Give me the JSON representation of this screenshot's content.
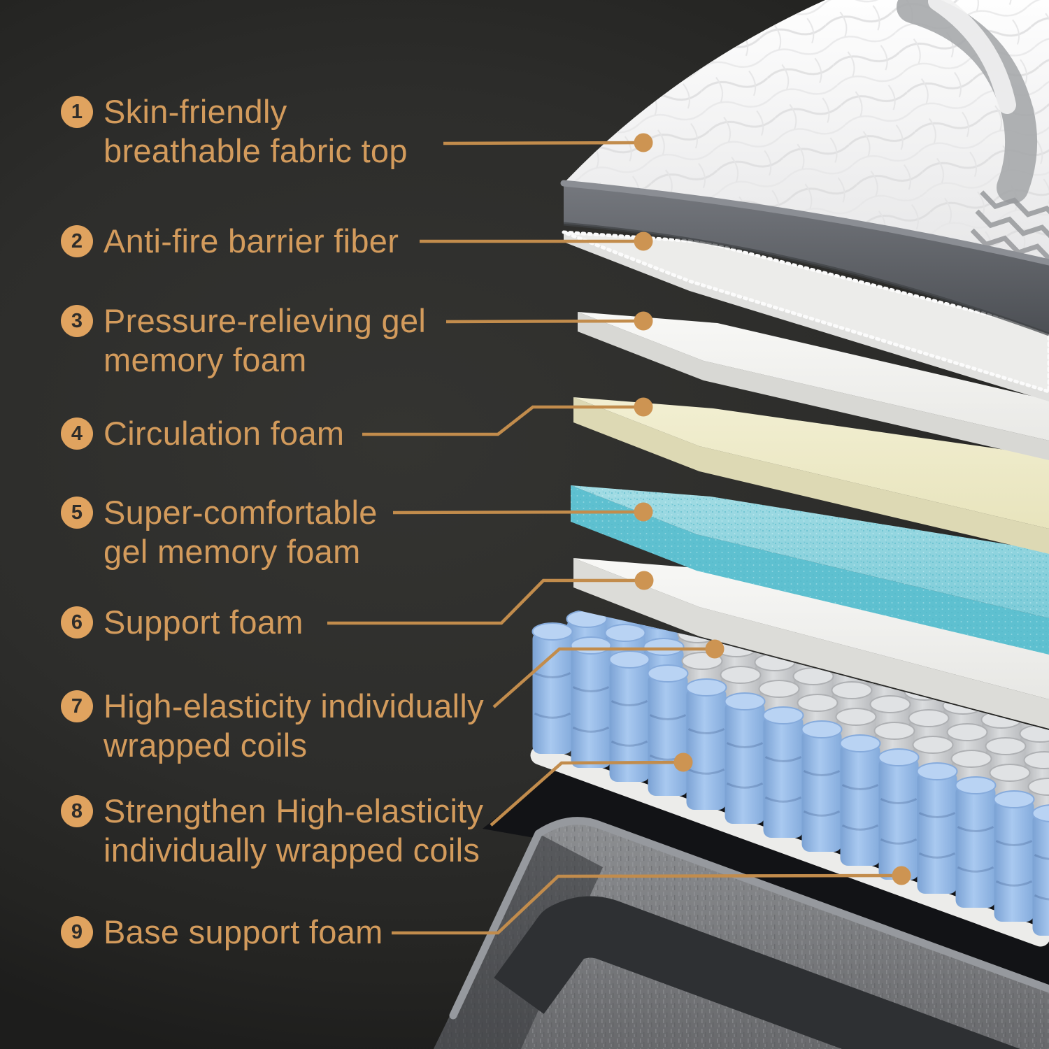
{
  "accent": {
    "text_color": "#d39b5c",
    "line_color": "#c28c4c",
    "dot_color": "#cd9452",
    "badge_bg": "#e0a35f",
    "badge_text_color": "#2f2d2a",
    "background_color": "#2d2d2b"
  },
  "callouts": [
    {
      "num": "1",
      "lines": [
        "Skin-friendly",
        "breathable fabric top"
      ]
    },
    {
      "num": "2",
      "lines": [
        "Anti-fire barrier fiber"
      ]
    },
    {
      "num": "3",
      "lines": [
        "Pressure-relieving gel",
        "memory foam"
      ]
    },
    {
      "num": "4",
      "lines": [
        "Circulation foam"
      ]
    },
    {
      "num": "5",
      "lines": [
        "Super-comfortable",
        "gel memory foam"
      ]
    },
    {
      "num": "6",
      "lines": [
        "Support foam"
      ]
    },
    {
      "num": "7",
      "lines": [
        "High-elasticity individually",
        "wrapped coils"
      ]
    },
    {
      "num": "8",
      "lines": [
        "Strengthen High-elasticity",
        "individually wrapped coils"
      ]
    },
    {
      "num": "9",
      "lines": [
        "Base support foam"
      ]
    }
  ],
  "mattress_layers": [
    {
      "num": 1,
      "name": "quilted-fabric-top",
      "color": "#f2f2f2",
      "side_color": "#5b5e63"
    },
    {
      "num": 2,
      "name": "fire-barrier-fiber-sheet",
      "color": "#ececea"
    },
    {
      "num": 3,
      "name": "gel-memory-foam",
      "color": "#f4f4f2"
    },
    {
      "num": 4,
      "name": "circulation-foam",
      "color": "#f0edcb"
    },
    {
      "num": 5,
      "name": "gel-memory-foam-blue",
      "color": "#8fd3dd"
    },
    {
      "num": 6,
      "name": "support-foam",
      "color": "#f6f6f4"
    },
    {
      "num": 7,
      "name": "wrapped-coils-blue",
      "color": "#8fb4e4"
    },
    {
      "num": 8,
      "name": "wrapped-coils-gray",
      "color": "#c3c5c8"
    },
    {
      "num": 9,
      "name": "base-foam-encasement",
      "color": "#7c7e81"
    }
  ]
}
